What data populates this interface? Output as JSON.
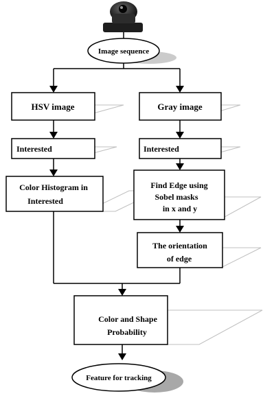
{
  "camera_icon": "camera-icon",
  "nodes": {
    "source": "Image sequence",
    "hsv": "HSV image",
    "gray": "Gray image",
    "interested_left": "Interested",
    "interested_right": "Interested",
    "histogram": [
      "Color Histogram in",
      "Interested"
    ],
    "edge": [
      "Find Edge using",
      "Sobel masks",
      "in x and y"
    ],
    "orientation": [
      "The orientation",
      "of edge"
    ],
    "probability": [
      "Color and Shape",
      "Probability"
    ],
    "output": "Feature for tracking"
  },
  "colors": {
    "line": "#000000",
    "shadow": "#a8a8a8",
    "parallelogram": "#bfbfbf",
    "camera_body": "#2a2a2a"
  }
}
